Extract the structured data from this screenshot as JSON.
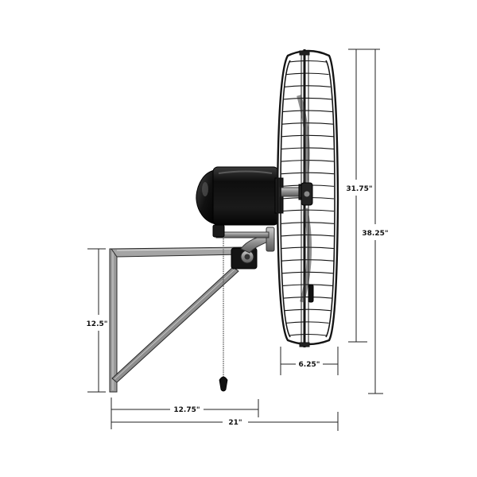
{
  "dimensions": {
    "grille_height": "31.75\"",
    "total_height": "38.25\"",
    "grille_depth": "6.25\"",
    "bracket_height": "12.5\"",
    "bracket_depth": "12.75\"",
    "total_depth": "21\""
  },
  "colors": {
    "metal_black": "#151515",
    "bracket_gray": "#8a8a8a",
    "dimension_line": "#222222"
  },
  "icons": [
    "wall-fan-side-view",
    "pull-chain"
  ]
}
